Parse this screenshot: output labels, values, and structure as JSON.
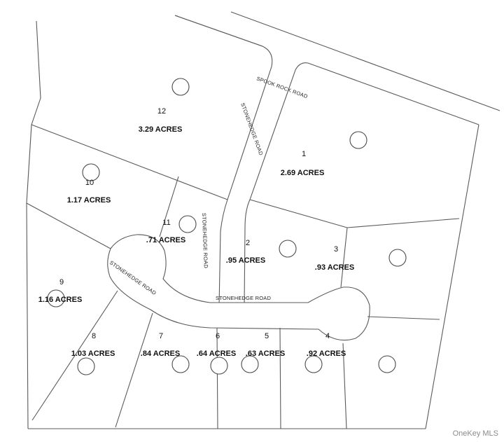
{
  "lots": [
    {
      "id": "1",
      "number": "1",
      "acres": "2.69 ACRES"
    },
    {
      "id": "2",
      "number": "2",
      "acres": ".95 ACRES"
    },
    {
      "id": "3",
      "number": "3",
      "acres": ".93 ACRES"
    },
    {
      "id": "4",
      "number": "4",
      "acres": ".92 ACRES"
    },
    {
      "id": "5",
      "number": "5",
      "acres": ".63 ACRES"
    },
    {
      "id": "6",
      "number": "6",
      "acres": ".64 ACRES"
    },
    {
      "id": "7",
      "number": "7",
      "acres": ".84 ACRES"
    },
    {
      "id": "8",
      "number": "8",
      "acres": "1.03 ACRES"
    },
    {
      "id": "9",
      "number": "9",
      "acres": "1.16 ACRES"
    },
    {
      "id": "10",
      "number": "10",
      "acres": "1.17 ACRES"
    },
    {
      "id": "11",
      "number": "11",
      "acres": ".71 ACRES"
    },
    {
      "id": "12",
      "number": "12",
      "acres": "3.29 ACRES"
    }
  ],
  "roads": {
    "spook_rock": "SPOOK ROCK ROAD",
    "stonehedge_north": "STONEHEDGE ROAD",
    "stonehedge_mid": "STONEHEDGE ROAD",
    "stonehedge_south": "STONEHEDGE ROAD",
    "stonehedge_west": "STONEHEDGE ROAD"
  },
  "watermark": "OneKey MLS"
}
